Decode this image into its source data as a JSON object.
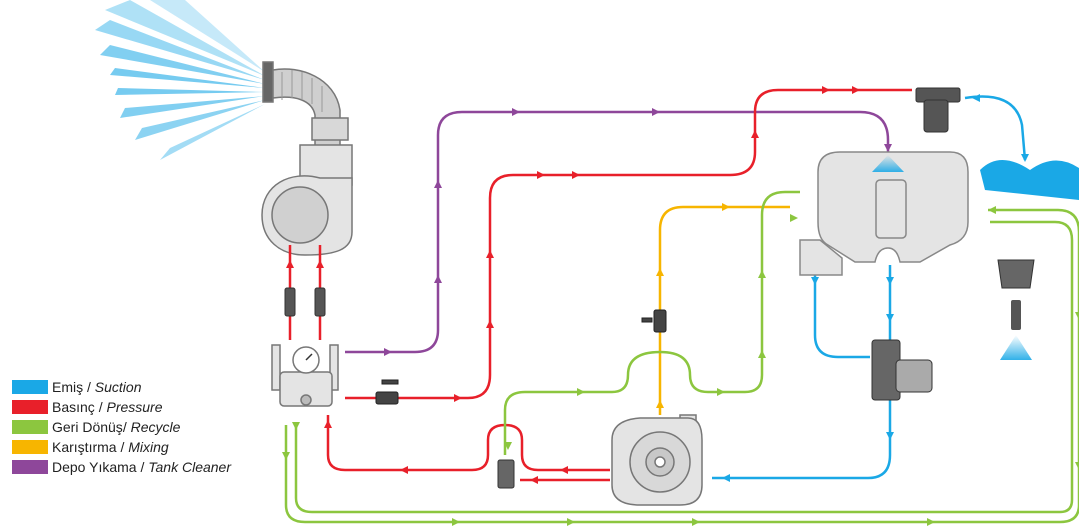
{
  "colors": {
    "suction": "#1aa8e6",
    "pressure": "#e8202a",
    "recycle": "#8cc63f",
    "mixing": "#f7b500",
    "tank_cleaner": "#8e479a",
    "machine_fill": "#e4e4e4",
    "machine_stroke": "#777777",
    "water": "#1aa8e6"
  },
  "legend": [
    {
      "key": "suction",
      "tr": "Emiş",
      "sep": " / ",
      "en": "Suction"
    },
    {
      "key": "pressure",
      "tr": "Basınç",
      "sep": " / ",
      "en": "Pressure"
    },
    {
      "key": "recycle",
      "tr": "Geri Dönüş",
      "sep": "/ ",
      "en": "Recycle"
    },
    {
      "key": "mixing",
      "tr": "Karıştırma",
      "sep": " / ",
      "en": "Mixing"
    },
    {
      "key": "tank_cleaner",
      "tr": "Depo Yıkama",
      "sep": " / ",
      "en": "Tank Cleaner"
    }
  ]
}
